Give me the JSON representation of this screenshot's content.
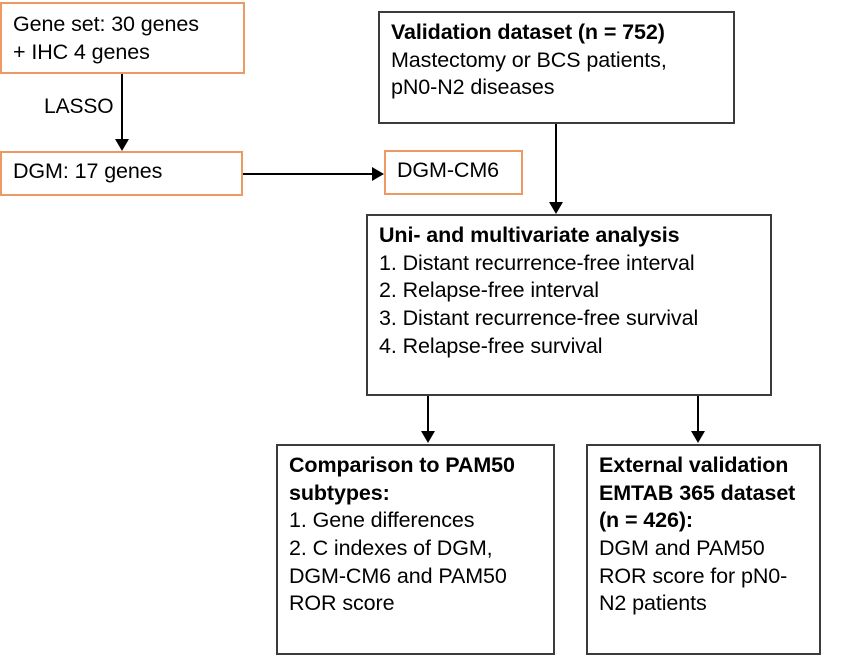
{
  "diagram": {
    "title": "Study workflow flowchart",
    "colors": {
      "orange_border": "#ED9A62",
      "black_border": "#3B3B3B",
      "connector": "#000000",
      "background": "#FFFFFF",
      "text": "#000000"
    },
    "nodes": {
      "gene_set": {
        "border": "orange",
        "lines": [
          {
            "text": "Gene set: 30 genes",
            "bold": false
          },
          {
            "text": "+ IHC 4 genes",
            "bold": false
          }
        ]
      },
      "dgm": {
        "border": "orange",
        "lines": [
          {
            "text": "DGM: 17 genes",
            "bold": false
          }
        ]
      },
      "dgm_cm6": {
        "border": "orange",
        "lines": [
          {
            "text": "DGM-CM6",
            "bold": false
          }
        ]
      },
      "validation_dataset": {
        "border": "black",
        "lines": [
          {
            "text": "Validation dataset (n = 752)",
            "bold": true
          },
          {
            "text": "Mastectomy or BCS patients,",
            "bold": false
          },
          {
            "text": "pN0-N2 diseases",
            "bold": false
          }
        ]
      },
      "analysis": {
        "border": "black",
        "lines": [
          {
            "text": "Uni- and multivariate analysis",
            "bold": true
          },
          {
            "text": "1. Distant recurrence-free interval",
            "bold": false
          },
          {
            "text": "2. Relapse-free interval",
            "bold": false
          },
          {
            "text": "3. Distant recurrence-free survival",
            "bold": false
          },
          {
            "text": "4. Relapse-free survival",
            "bold": false
          }
        ]
      },
      "pam50_comparison": {
        "border": "black",
        "lines": [
          {
            "text": "Comparison to PAM50",
            "bold": true
          },
          {
            "text": "subtypes:",
            "bold": true
          },
          {
            "text": "1. Gene differences",
            "bold": false
          },
          {
            "text": "2. C indexes of DGM,",
            "bold": false
          },
          {
            "text": "DGM-CM6 and PAM50",
            "bold": false
          },
          {
            "text": "ROR score",
            "bold": false
          }
        ]
      },
      "external_validation": {
        "border": "black",
        "lines": [
          {
            "text": "External validation",
            "bold": true
          },
          {
            "text": "EMTAB 365 dataset",
            "bold": true
          },
          {
            "text": "(n = 426):",
            "bold": true
          },
          {
            "text": "DGM and PAM50",
            "bold": false
          },
          {
            "text": "ROR score for pN0-",
            "bold": false
          },
          {
            "text": "N2 patients",
            "bold": false
          }
        ]
      }
    },
    "edges": {
      "lasso_label": "LASSO",
      "gene_set_to_dgm": "arrow-down",
      "dgm_to_dgm_cm6": "arrow-right",
      "validation_to_analysis": "arrow-down",
      "analysis_to_pam50": "arrow-down",
      "analysis_to_external": "arrow-down"
    }
  }
}
